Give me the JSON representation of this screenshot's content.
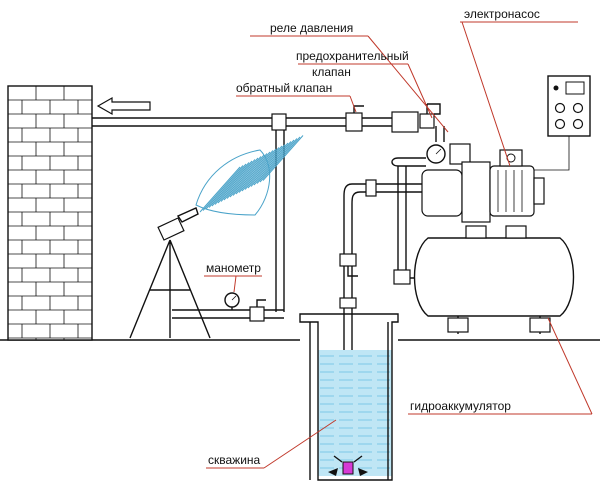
{
  "labels": {
    "pump": "электронасос",
    "pressure_switch": "реле давления",
    "safety_valve_line1": "предохранительный",
    "safety_valve_line2": "клапан",
    "check_valve": "обратный клапан",
    "manometer": "манометр",
    "accumulator": "гидроаккумулятор",
    "borehole": "скважина"
  },
  "colors": {
    "water": "#bfe6f5",
    "water_stripe": "#7cc8e8",
    "spray": "#4aa3c9",
    "leader": "#c0392b",
    "filter": "#d63ad6",
    "ink": "#111111"
  },
  "icons": {
    "flow_arrow": "arrow-left-icon",
    "control_box": "control-panel-icon",
    "gauge": "gauge-icon"
  }
}
